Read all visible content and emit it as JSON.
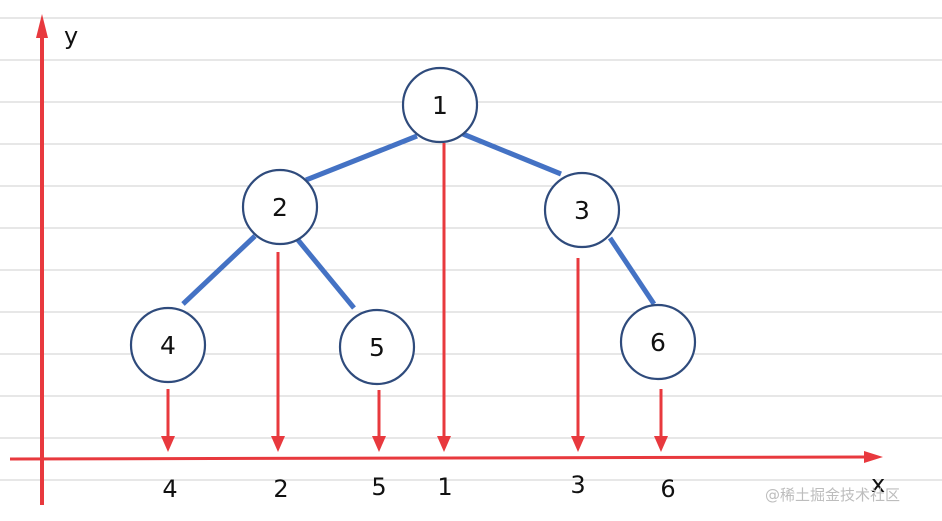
{
  "diagram": {
    "axes": {
      "x_label": "x",
      "y_label": "y"
    },
    "nodes": [
      {
        "id": "1",
        "label": "1",
        "projection_label": "1"
      },
      {
        "id": "2",
        "label": "2",
        "projection_label": "2"
      },
      {
        "id": "3",
        "label": "3",
        "projection_label": "3"
      },
      {
        "id": "4",
        "label": "4",
        "projection_label": "4"
      },
      {
        "id": "5",
        "label": "5",
        "projection_label": "5"
      },
      {
        "id": "6",
        "label": "6",
        "projection_label": "6"
      }
    ],
    "edges": [
      {
        "from": "1",
        "to": "2"
      },
      {
        "from": "1",
        "to": "3"
      },
      {
        "from": "2",
        "to": "4"
      },
      {
        "from": "2",
        "to": "5"
      },
      {
        "from": "3",
        "to": "6"
      }
    ],
    "x_axis_order": [
      "4",
      "2",
      "5",
      "1",
      "3",
      "6"
    ],
    "colors": {
      "tree_edge": "#4472c4",
      "node_stroke": "#2f4b7c",
      "arrow": "#e8393e",
      "grid": "#cfcfcf"
    }
  },
  "watermark": "@稀土掘金技术社区"
}
